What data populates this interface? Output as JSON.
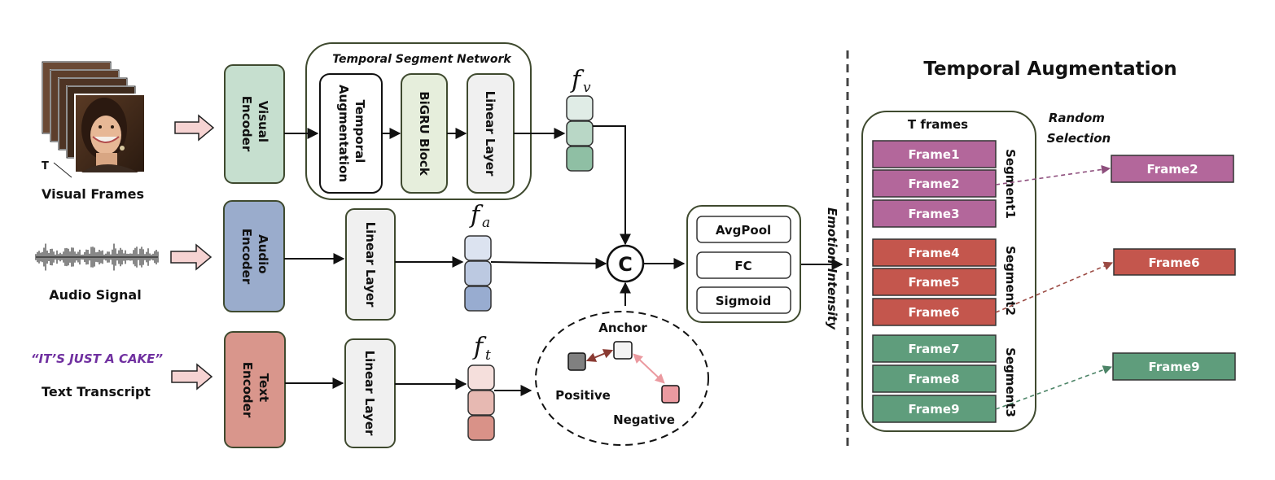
{
  "colors": {
    "visual_encoder": "#c6dfcf",
    "audio_encoder": "#9aaccc",
    "text_encoder": "#d9968c",
    "bigru": "#e6eedc",
    "linear": "#f0f0f0",
    "segment1": "#b3679b",
    "segment2": "#c4564d",
    "segment3": "#5f9d7c",
    "transcript": "#7030a0",
    "input_arrow": "#f6d3d2"
  },
  "inputs": {
    "visual_label": "Visual Frames",
    "visual_t_marker": "T",
    "audio_label": "Audio Signal",
    "text_quote": "“IT’S JUST A CAKE”",
    "text_label": "Text Transcript"
  },
  "encoders": {
    "visual": [
      "Visual",
      "Encoder"
    ],
    "audio": [
      "Audio",
      "Encoder"
    ],
    "text": [
      "Text",
      "Encoder"
    ]
  },
  "tsn": {
    "title": "Temporal Segment Network",
    "temporal_aug": [
      "Temporal",
      "Augmentation"
    ],
    "bigru": "BiGRU Block",
    "linear": "Linear Layer"
  },
  "linear_layer": "Linear Layer",
  "features": {
    "fv": {
      "base": "f",
      "sub": "v"
    },
    "fa": {
      "base": "f",
      "sub": "a"
    },
    "ft": {
      "base": "f",
      "sub": "t"
    },
    "fv_colors": [
      "#e0ece6",
      "#b9d7c6",
      "#8fbfa4"
    ],
    "fa_colors": [
      "#dce3f0",
      "#bcc9e1",
      "#98acd0"
    ],
    "ft_colors": [
      "#f5dfdc",
      "#e7b9b2",
      "#d99288"
    ]
  },
  "concat_symbol": "C",
  "contrastive": {
    "anchor": "Anchor",
    "positive": "Positive",
    "negative": "Negative"
  },
  "head": [
    "AvgPool",
    "FC",
    "Sigmoid"
  ],
  "output_label": "Emotion Intensity",
  "augmentation": {
    "title": "Temporal Augmentation",
    "t_frames": "T frames",
    "random_selection": [
      "Random",
      "Selection"
    ],
    "segments": [
      {
        "name": "Segment1",
        "frames": [
          "Frame1",
          "Frame2",
          "Frame3"
        ],
        "selected": "Frame2"
      },
      {
        "name": "Segment2",
        "frames": [
          "Frame4",
          "Frame5",
          "Frame6"
        ],
        "selected": "Frame6"
      },
      {
        "name": "Segment3",
        "frames": [
          "Frame7",
          "Frame8",
          "Frame9"
        ],
        "selected": "Frame9"
      }
    ]
  }
}
